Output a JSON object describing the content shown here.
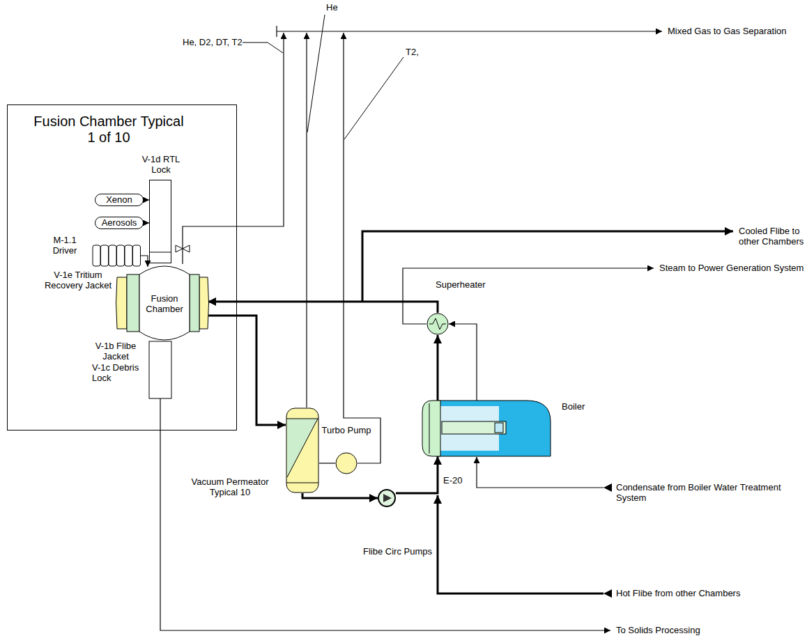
{
  "diagram": {
    "nodes": [
      {
        "text": [
          "Fusion Chamber Typical 1 of 10"
        ]
      },
      {
        "text": [
          "Xenon"
        ],
        "in": 0
      },
      {
        "text": [
          "Aerosols"
        ],
        "in": 0
      },
      {
        "text": [
          "V-1d RTL Lock"
        ],
        "in": 0
      },
      {
        "text": [
          "Fusion Chamber"
        ],
        "in": 0
      },
      {
        "text": [
          "Vacuum Permeator Typical 10"
        ]
      },
      {
        "text": [
          "Turbo Pump"
        ]
      },
      {
        "text": [
          "Flibe Circ Pumps"
        ]
      },
      {
        "text": [
          "Boiler",
          "E-20"
        ]
      },
      {
        "text": [
          "Superheater"
        ]
      }
    ],
    "edges": [
      {
        "from": 1,
        "to": 3,
        "arrow": "to"
      },
      {
        "from": 2,
        "to": 3,
        "arrow": "to"
      },
      {
        "from": 4,
        "to": 5,
        "arrow": "to"
      },
      {
        "from": 5,
        "to": 6,
        "arrow": "none"
      },
      {
        "from": 5,
        "to": 7,
        "arrow": "to"
      },
      {
        "from": 7,
        "to": 8,
        "arrow": "to"
      },
      {
        "from": 8,
        "to": 9,
        "arrow": "to"
      },
      {
        "from": 8,
        "to": 9,
        "arrow": "to"
      },
      {
        "from": 9,
        "to": 4,
        "arrow": "to"
      }
    ],
    "labels": [
      "V-1e Tritium Recovery Jacket",
      "V-1b Flibe Jacket",
      "V-1c Debris Lock",
      "M-1.1 Driver",
      "He, D2, DT, T2",
      "He",
      "T2,",
      "Mixed Gas to Gas Separation",
      "Cooled Flibe to other Chambers",
      "Steam to Power Generation System",
      "Condensate from Boiler Water Treatment System",
      "Hot Flibe from other Chambers",
      "To Solids Processing"
    ]
  }
}
